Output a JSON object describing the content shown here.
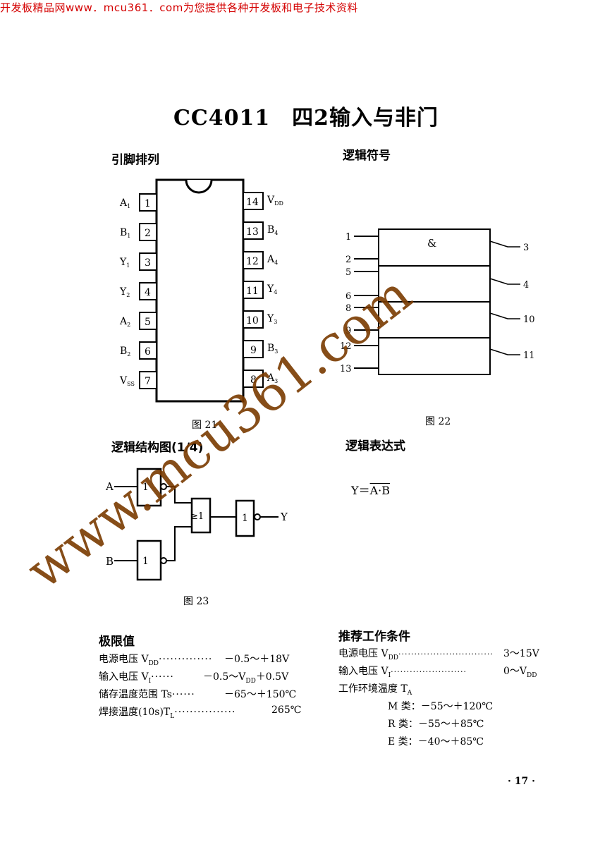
{
  "banner": "开发板精品网www．mcu361．com为您提供各种开发板和电子技术资料",
  "title": "CC4011　四2输入与非门",
  "sections": {
    "pinout": "引脚排列",
    "logic_symbol": "逻辑符号",
    "logic_structure": "逻辑结构图(1/4)",
    "logic_expression": "逻辑表达式",
    "limits": "极限值",
    "recommended": "推荐工作条件"
  },
  "captions": {
    "fig21": "图 21",
    "fig22": "图 22",
    "fig23": "图 23"
  },
  "pins_left": [
    {
      "num": "1",
      "name": "A",
      "sub": "1"
    },
    {
      "num": "2",
      "name": "B",
      "sub": "1"
    },
    {
      "num": "3",
      "name": "Y",
      "sub": "1"
    },
    {
      "num": "4",
      "name": "Y",
      "sub": "2"
    },
    {
      "num": "5",
      "name": "A",
      "sub": "2"
    },
    {
      "num": "6",
      "name": "B",
      "sub": "2"
    },
    {
      "num": "7",
      "name": "V",
      "sub": "SS"
    }
  ],
  "pins_right": [
    {
      "num": "14",
      "name": "V",
      "sub": "DD"
    },
    {
      "num": "13",
      "name": "B",
      "sub": "4"
    },
    {
      "num": "12",
      "name": "A",
      "sub": "4"
    },
    {
      "num": "11",
      "name": "Y",
      "sub": "4"
    },
    {
      "num": "10",
      "name": "Y",
      "sub": "3"
    },
    {
      "num": "9",
      "name": "B",
      "sub": "3"
    },
    {
      "num": "8",
      "name": "A",
      "sub": "3"
    }
  ],
  "symbol": {
    "amp": "&",
    "inputs": [
      "1",
      "2",
      "5",
      "6",
      "8",
      "9",
      "12",
      "13"
    ],
    "outputs": [
      "3",
      "4",
      "10",
      "11"
    ]
  },
  "structure": {
    "in_a": "A",
    "in_b": "B",
    "out_y": "Y",
    "gate_label": "1",
    "or_label": "≥1"
  },
  "expression": {
    "lhs": "Y＝",
    "rhs": "A·B"
  },
  "limits": [
    {
      "label": "电源电压 V",
      "sub": "DD",
      "dots": "··············",
      "value": "－0.5～＋18V"
    },
    {
      "label": "输入电压 V",
      "sub": "I",
      "dots": "······",
      "value": "－0.5～V",
      "vsub": "DD",
      "value2": "＋0.5V"
    },
    {
      "label": "储存温度范围 Ts",
      "sub": "",
      "dots": "······",
      "value": "－65～＋150℃"
    },
    {
      "label": "焊接温度(10s)T",
      "sub": "L",
      "dots": "················",
      "value": "265℃"
    }
  ],
  "recommended": [
    {
      "label": "电源电压 V",
      "sub": "DD",
      "dots": "······························",
      "value": "3～15V"
    },
    {
      "label": "输入电压 V",
      "sub": "I",
      "dots": "························",
      "value": "0～V",
      "vsub": "DD"
    },
    {
      "label": "工作环境温度 T",
      "sub": "A"
    }
  ],
  "temp_classes": [
    {
      "label": "M 类：",
      "value": "－55～＋120℃"
    },
    {
      "label": "R 类：",
      "value": "－55～＋85℃"
    },
    {
      "label": "E 类：",
      "value": "－40～＋85℃"
    }
  ],
  "page_number": "· 17 ·",
  "watermark": "www.mcu361.com"
}
